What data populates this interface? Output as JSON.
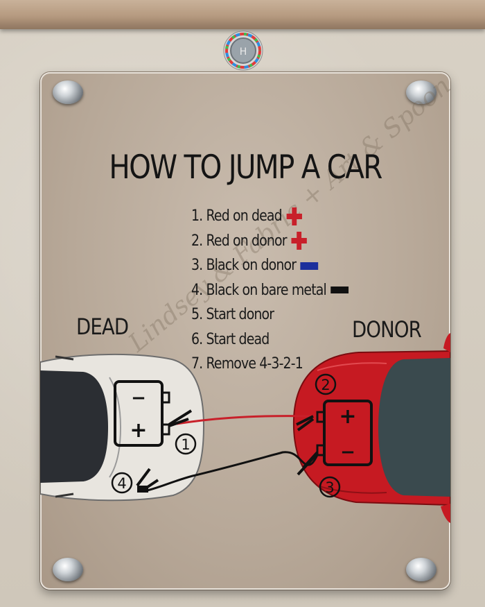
{
  "title": "HOW TO JUMP A CAR",
  "steps": [
    {
      "text": "1. Red on dead",
      "icon": "plus-icon",
      "color": "#c8202a"
    },
    {
      "text": "2. Red on donor",
      "icon": "plus-icon",
      "color": "#c8202a"
    },
    {
      "text": "3. Black on donor",
      "icon": "minus-icon",
      "color": "#1c2f9c"
    },
    {
      "text": "4. Black on bare metal",
      "icon": "minus-icon",
      "color": "#111111"
    },
    {
      "text": "5. Start donor"
    },
    {
      "text": "6. Start dead"
    },
    {
      "text": "7. Remove 4-3-2-1"
    }
  ],
  "labels": {
    "dead": "DEAD",
    "donor": "DONOR"
  },
  "battery": {
    "plus": "+",
    "minus": "−"
  },
  "markers": [
    "1",
    "2",
    "3",
    "4"
  ],
  "watermark": "Lindsey & Fabric + Art & Spoon",
  "colors": {
    "donor_car": "#c61a22",
    "dead_car": "#e7e4de",
    "red_cable": "#c8202a",
    "black_cable": "#111111"
  }
}
